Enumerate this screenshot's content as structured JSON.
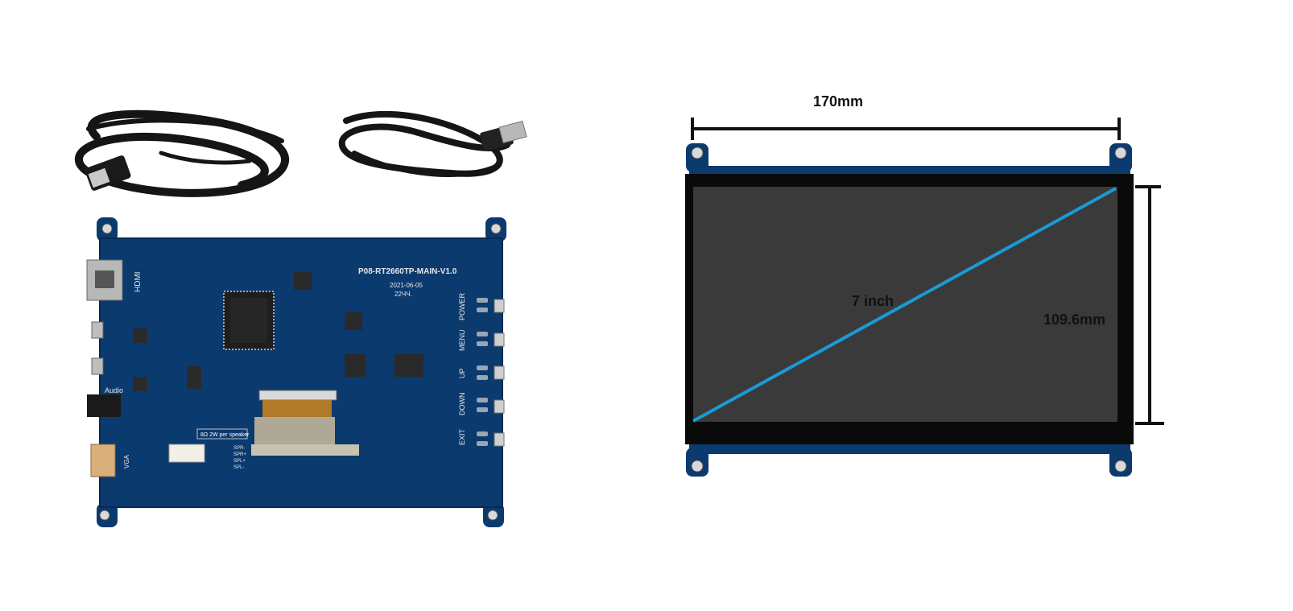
{
  "product": {
    "board_silkscreen": {
      "model": "P08-RT2660TP-MAIN-V1.0",
      "date": "2021-06-05",
      "code": "22ЧЧ.",
      "hdmi": "HDMI",
      "audio": "Audio",
      "vga": "VGA",
      "speaker_note": "8Ω 2W per speaker",
      "speaker_pins": [
        "SPR-",
        "SPR+",
        "SPL+",
        "SPL-"
      ],
      "buttons": [
        "POWER",
        "MENU",
        "UP",
        "DOWN",
        "EXIT"
      ]
    },
    "dimensions": {
      "width": "170mm",
      "height": "109.6mm",
      "diagonal": "7 inch"
    }
  },
  "colors": {
    "pcb": "#0b3a6e",
    "pcb_dark": "#072a52",
    "screen": "#3a3a3a",
    "bezel": "#0a0a0a",
    "diagonal": "#1a9ad6",
    "cable": "#151515"
  }
}
